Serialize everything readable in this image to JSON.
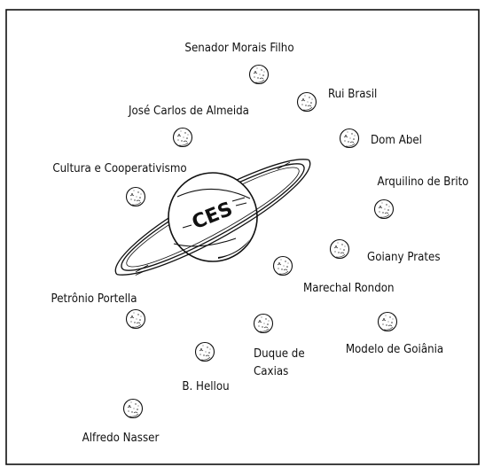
{
  "center": {
    "label": "CES"
  },
  "moons": [
    {
      "label": "Senador Morais Filho"
    },
    {
      "label": "Rui Brasil"
    },
    {
      "label": "José Carlos de Almeida"
    },
    {
      "label": "Dom Abel"
    },
    {
      "label": "Cultura e Cooperativismo"
    },
    {
      "label": "Arquilino de Brito"
    },
    {
      "label": "Goiany Prates"
    },
    {
      "label": "Marechal Rondon"
    },
    {
      "label": "Petrônio Portella"
    },
    {
      "label": "Modelo de Goiânia"
    },
    {
      "label": "Duque de Caxias"
    },
    {
      "label": "B. Hellou"
    },
    {
      "label": "Alfredo Nasser"
    }
  ],
  "icons": {
    "center": "ringed-planet-icon",
    "moon": "moon-icon"
  }
}
